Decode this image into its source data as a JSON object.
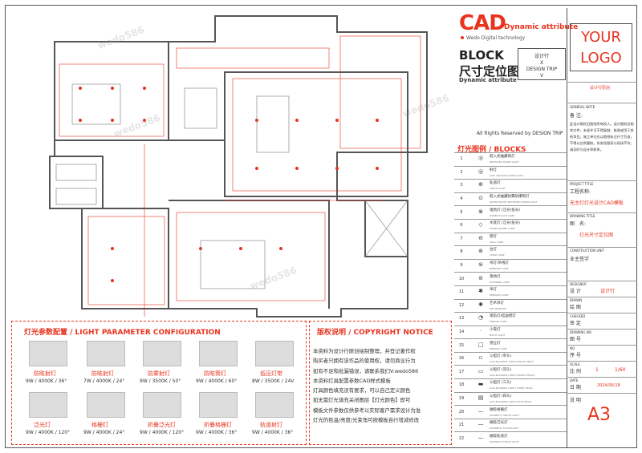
{
  "header": {
    "cad": "CAD",
    "cad_sub": "Dynamic attribute",
    "wedo": "Wedo Digital technology",
    "block1": "BLOCK",
    "block2": "尺寸定位图",
    "block3": "Dynamic attribute",
    "design_trip": "设计行\nX\nDESIGN TRIP\nV",
    "rights": "All Rights Reserved by DESIGN TRIP"
  },
  "legend": {
    "title": "灯光图例 / BLOCKS",
    "rows": [
      {
        "num": "1",
        "sym": "◎",
        "cn": "嵌入式抽藏筒灯",
        "en": "RECESSED DOWN LIGHT"
      },
      {
        "num": "2",
        "sym": "◎",
        "cn": "射灯",
        "en": "LOW VOLTAGE DOWN LIGHT"
      },
      {
        "num": "3",
        "sym": "⊕",
        "cn": "轨道灯",
        "en": "TRACK LIGHT"
      },
      {
        "num": "4",
        "sym": "⊙",
        "cn": "嵌入式抽藏防雾防爆筒灯",
        "en": "WATER PROOF RECESSED DOWN LIGHT"
      },
      {
        "num": "5",
        "sym": "⊗",
        "cn": "埋地灯 (泛光/投光)",
        "en": "UNDER FLOOR LAMP"
      },
      {
        "num": "6",
        "sym": "◇",
        "cn": "水底灯 (泛光/投光)",
        "en": "UNDER WATER LAMP"
      },
      {
        "num": "7",
        "sym": "⊖",
        "cn": "壁灯",
        "en": "WALL LAMP"
      },
      {
        "num": "8",
        "sym": "⊛",
        "cn": "台灯",
        "en": "TABLE LAMP"
      },
      {
        "num": "9",
        "sym": "⊜",
        "cn": "吊灯/吊线灯",
        "en": "PENDANT LAMP"
      },
      {
        "num": "10",
        "sym": "⊘",
        "cn": "落地灯",
        "en": "STANDING LAMP"
      },
      {
        "num": "11",
        "sym": "✱",
        "cn": "吊灯",
        "en": "PENDANT LAMP"
      },
      {
        "num": "12",
        "sym": "✺",
        "cn": "艺术吊灯",
        "en": "ART PENDANT"
      },
      {
        "num": "13",
        "sym": "◔",
        "cn": "镜前灯/挂画壁灯",
        "en": "MIRROR LAMP"
      },
      {
        "num": "14",
        "sym": "·",
        "cn": "小夜灯",
        "en": "NIGHT LIGHT"
      },
      {
        "num": "15",
        "sym": "□",
        "cn": "感应灯",
        "en": "SENSOR LAMP"
      },
      {
        "num": "16",
        "sym": "▫",
        "cn": "斗胆灯 (单头)",
        "en": "GALLBLADDER LAMP (SINGLE HEAD)"
      },
      {
        "num": "17",
        "sym": "▭",
        "cn": "斗胆灯 (双头)",
        "en": "GALLBLADDER LAMP (DOUBLE HEAD)"
      },
      {
        "num": "18",
        "sym": "▬",
        "cn": "斗胆灯 (三头)",
        "en": "GALLBLADDER LAMP (THREE HEAD)"
      },
      {
        "num": "19",
        "sym": "▤",
        "cn": "斗胆灯 (四头)",
        "en": "GALLBLADDER LAMP (FOUR HEAD)"
      },
      {
        "num": "20",
        "sym": "—",
        "cn": "磁吸格栅灯",
        "en": "MAGNETIC GRILLE LIGHT"
      },
      {
        "num": "21",
        "sym": "—",
        "cn": "磁吸泛光灯",
        "en": "MAGNETIC FLOODLIGHT"
      },
      {
        "num": "22",
        "sym": "—",
        "cn": "磁吸轨道灯",
        "en": "MAGNETIC TRACK LIGHT"
      }
    ]
  },
  "titleblock": {
    "logo1": "YOUR",
    "logo2": "LOGO",
    "company": "设计行原创",
    "general_note_en": "GENERAL NOTE",
    "general_note": "备 注:",
    "note_text": "此设计版权归图纸所有权人。设计图纸及相关文件，未经许可不得复制、修改或用于其他项目。施工单位应以图纸标注尺寸为准，不得以比例量取。如发现图纸与现场不符，请及时与设计师联系。",
    "project_title_en": "PROJECT TITLE",
    "project_title": "工程名称:",
    "project_value": "无主灯灯光设计CAD模板",
    "drawing_title_en": "DRAWING TITLE",
    "drawing_title": "图　名:",
    "drawing_value": "灯光尺寸定位图",
    "construction_en": "CONSTRUCTION UNIT",
    "construction_value": "业主签字",
    "designer_en": "DESIGNER",
    "designer": "设 计",
    "designer_value": "设计行",
    "drawn_en": "DRAWN",
    "drawn": "绘 图",
    "checked_en": "CHECKED",
    "checked": "审 定",
    "drawing_no_en": "DRAWING NO.",
    "drawing_no": "图 号",
    "no_en": "NO.",
    "no": "序 号",
    "scale_en": "SCALE",
    "scale": "比 例",
    "scale_num": "1",
    "scale_value": "1/60",
    "date_en": "DATE",
    "date": "日 期",
    "date_value": "2024/06/18",
    "explain": "说 明",
    "sheet": "A3"
  },
  "lights": {
    "title": "灯光参数配置 / LIGHT PARAMETER  CONFIGURATION",
    "items": [
      {
        "name": "防眩射灯",
        "spec": "9W / 4000K / 36°"
      },
      {
        "name": "防眩射灯",
        "spec": "7W / 4000K / 24°"
      },
      {
        "name": "防雾射灯",
        "spec": "9W / 3500K / 50°"
      },
      {
        "name": "防眩筒灯",
        "spec": "9W / 4000K / 60°"
      },
      {
        "name": "低压灯带",
        "spec": "8W / 3500K / 24V"
      },
      {
        "name": "泛光灯",
        "spec": "9W / 4000K / 120°"
      },
      {
        "name": "格栅灯",
        "spec": "9W / 4000K / 24°"
      },
      {
        "name": "折叠泛光灯",
        "spec": "9W / 4000K / 120°"
      },
      {
        "name": "折叠格栅灯",
        "spec": "9W / 4000K / 36°"
      },
      {
        "name": "轨道射灯",
        "spec": "9W / 4000K / 36°"
      }
    ]
  },
  "copyright": {
    "title": "版权说明 / COPYRIGHT NOTICE",
    "lines": [
      "本资料为设计行原创绘制整理，并登记著作权",
      "购买者只拥有该作品的使用权，请勿商业行为",
      "如有不足和纰漏错误，请联系我们V:wedo586",
      "本资料灯具配置参数CAD样式模板",
      "灯具颜色填充没有要求，可以自己定义颜色",
      "如无需灯光填充关闭图层【灯光颜色】即可",
      "模板文件参数仅供参考以实际客户需求设计为准",
      "灯光的色温/亮度/光束角可按模板自行增减修改"
    ]
  },
  "watermark": "wedo586"
}
